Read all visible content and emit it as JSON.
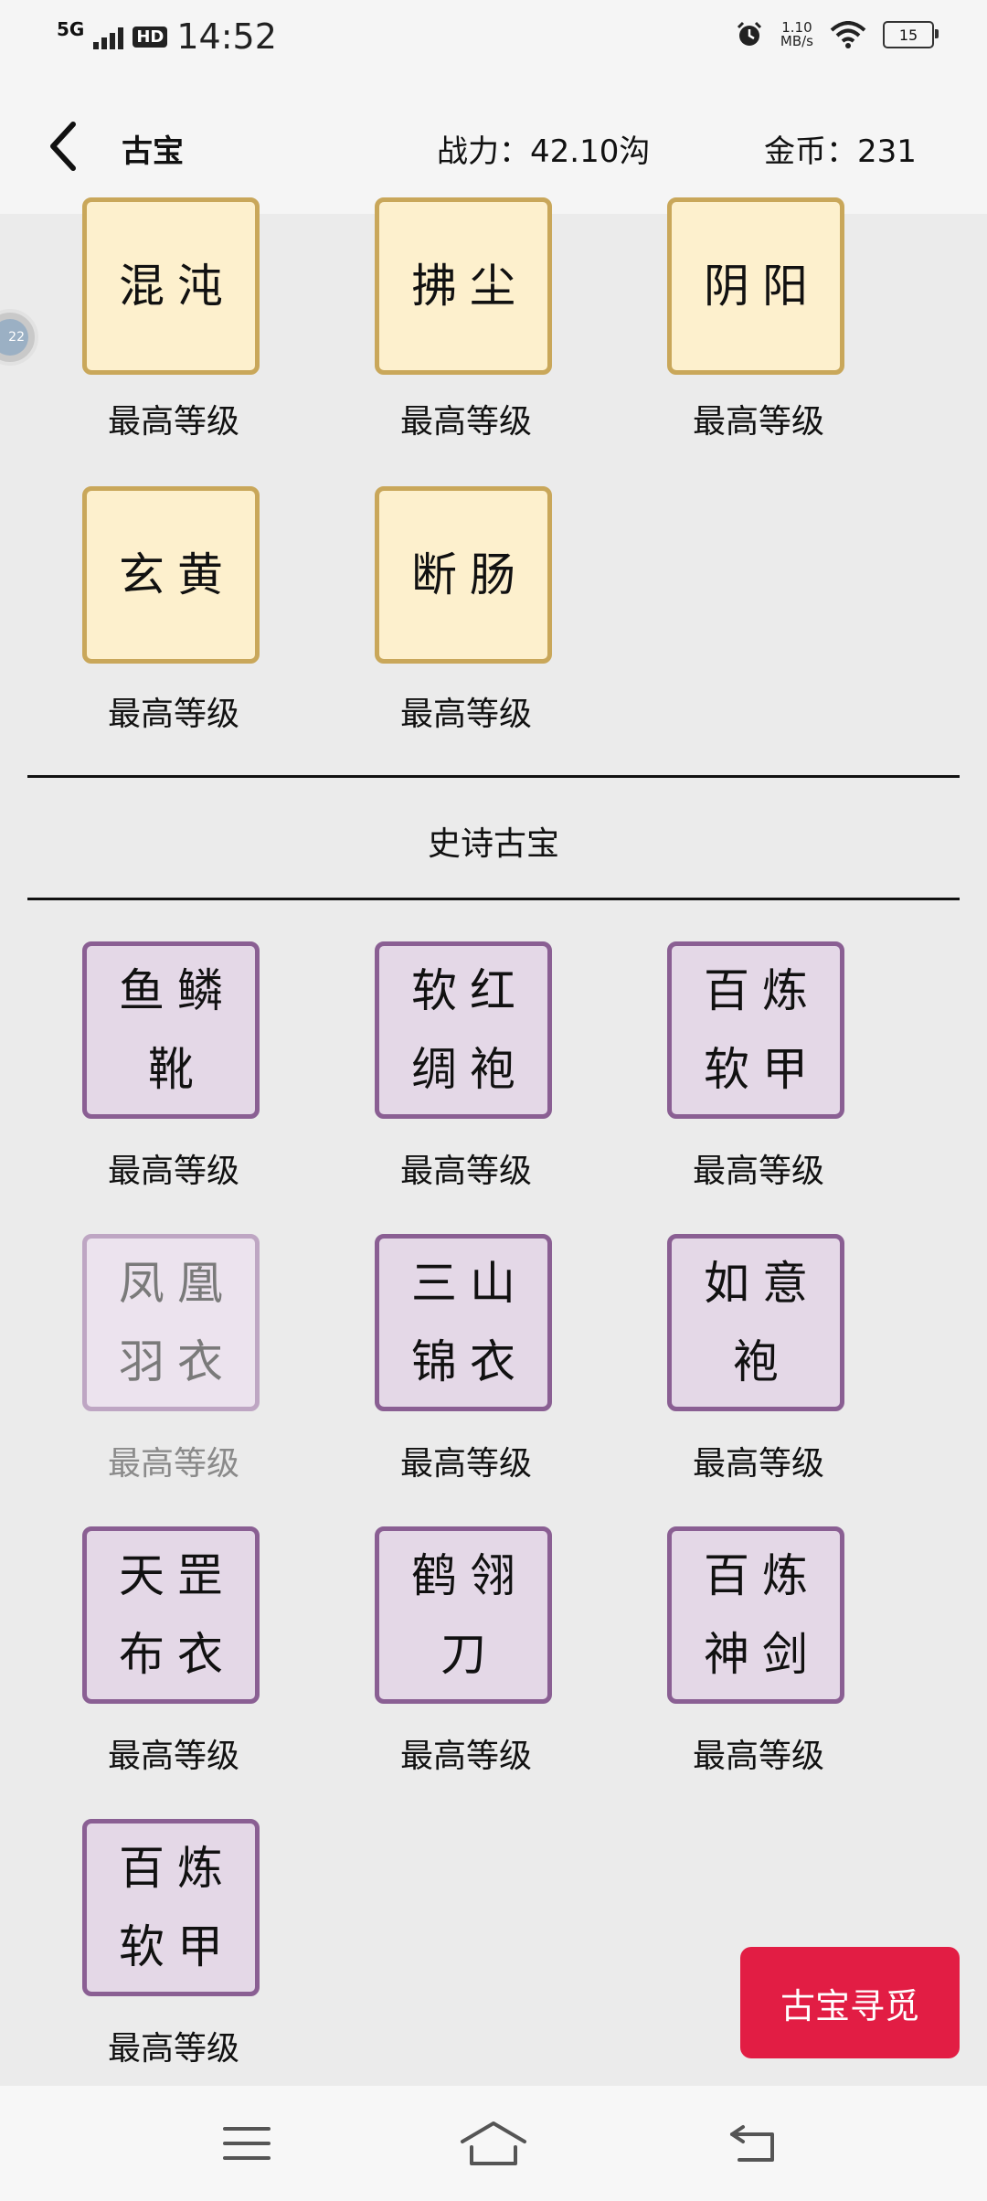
{
  "status_bar": {
    "network": "5G",
    "hd_label": "HD",
    "time": "14:52",
    "speed_value": "1.10",
    "speed_unit": "MB/s",
    "battery": "15"
  },
  "header": {
    "title": "古宝",
    "power_text": "战力：42.10沟",
    "coins_text": "金币：231"
  },
  "float_ball_label": "22",
  "legendary_items": [
    {
      "name": "混沌",
      "level": "最高等级"
    },
    {
      "name": "拂尘",
      "level": "最高等级"
    },
    {
      "name": "阴阳",
      "level": "最高等级"
    },
    {
      "name": "玄黄",
      "level": "最高等级"
    },
    {
      "name": "断肠",
      "level": "最高等级"
    }
  ],
  "epic_section_title": "史诗古宝",
  "epic_items": [
    {
      "name": "鱼鳞靴",
      "level": "最高等级"
    },
    {
      "name": "软红绸袍",
      "level": "最高等级"
    },
    {
      "name": "百炼软甲",
      "level": "最高等级"
    },
    {
      "name": "凤凰羽衣",
      "level": "最高等级",
      "state": "dimmed"
    },
    {
      "name": "三山锦衣",
      "level": "最高等级"
    },
    {
      "name": "如意袍",
      "level": "最高等级"
    },
    {
      "name": "天罡布衣",
      "level": "最高等级"
    },
    {
      "name": "鹤翎刀",
      "level": "最高等级"
    },
    {
      "name": "百炼神剑",
      "level": "最高等级"
    },
    {
      "name": "百炼软甲",
      "level": "最高等级"
    }
  ],
  "search_button_label": "古宝寻觅",
  "colors": {
    "legendary_fill": "#fdf0cd",
    "legendary_border": "#c9a75a",
    "epic_fill": "#e4d8e7",
    "epic_border": "#8a5f93",
    "accent": "#e21d44"
  },
  "nav_icons": [
    "menu-icon",
    "home-icon",
    "back-return-icon"
  ]
}
